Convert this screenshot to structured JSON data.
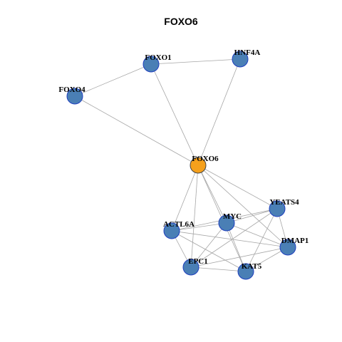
{
  "title": "FOXO6",
  "colors": {
    "center_node": "#f5a01c",
    "node": "#4a7fb5",
    "node_border": "#1f3fbf",
    "edge": "#a6a6a6"
  },
  "nodes": [
    {
      "id": "FOXO6",
      "label": "FOXO6",
      "center": true
    },
    {
      "id": "FOXO1",
      "label": "FOXO1"
    },
    {
      "id": "HNF4A",
      "label": "HNF4A"
    },
    {
      "id": "FOXO4",
      "label": "FOXO4"
    },
    {
      "id": "YEATS4",
      "label": "YEATS4"
    },
    {
      "id": "MYC",
      "label": "MYC"
    },
    {
      "id": "ACTL6A",
      "label": "ACTL6A"
    },
    {
      "id": "DMAP1",
      "label": "DMAP1"
    },
    {
      "id": "EPC1",
      "label": "EPC1"
    },
    {
      "id": "KAT5",
      "label": "KAT5"
    }
  ],
  "edges": [
    [
      "FOXO1",
      "HNF4A"
    ],
    [
      "FOXO1",
      "FOXO4"
    ],
    [
      "FOXO1",
      "FOXO6"
    ],
    [
      "HNF4A",
      "FOXO6"
    ],
    [
      "FOXO4",
      "FOXO6"
    ],
    [
      "FOXO6",
      "YEATS4"
    ],
    [
      "FOXO6",
      "MYC"
    ],
    [
      "FOXO6",
      "ACTL6A"
    ],
    [
      "FOXO6",
      "DMAP1"
    ],
    [
      "FOXO6",
      "EPC1"
    ],
    [
      "FOXO6",
      "KAT5"
    ],
    [
      "YEATS4",
      "MYC"
    ],
    [
      "YEATS4",
      "ACTL6A"
    ],
    [
      "YEATS4",
      "DMAP1"
    ],
    [
      "YEATS4",
      "EPC1"
    ],
    [
      "YEATS4",
      "KAT5"
    ],
    [
      "MYC",
      "ACTL6A"
    ],
    [
      "MYC",
      "DMAP1"
    ],
    [
      "MYC",
      "EPC1"
    ],
    [
      "MYC",
      "KAT5"
    ],
    [
      "ACTL6A",
      "DMAP1"
    ],
    [
      "ACTL6A",
      "EPC1"
    ],
    [
      "ACTL6A",
      "KAT5"
    ],
    [
      "DMAP1",
      "EPC1"
    ],
    [
      "DMAP1",
      "KAT5"
    ],
    [
      "EPC1",
      "KAT5"
    ]
  ]
}
